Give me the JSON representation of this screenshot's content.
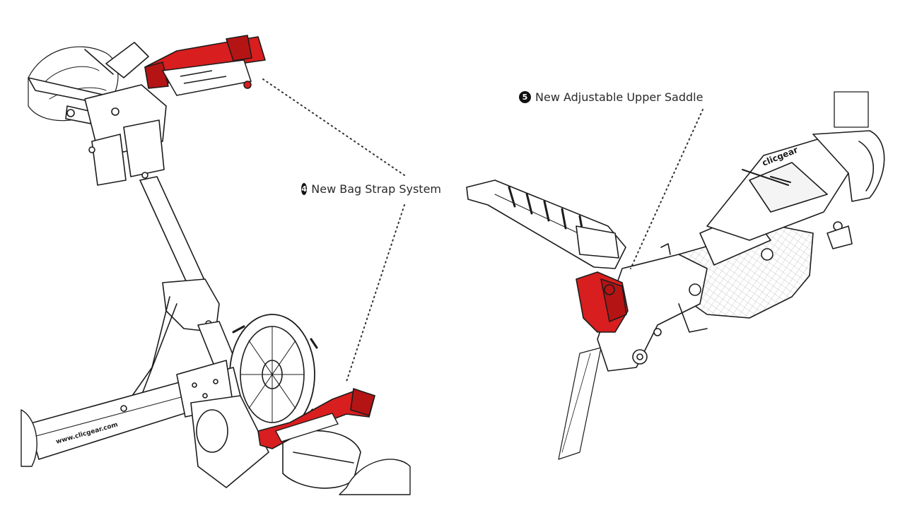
{
  "callouts": [
    {
      "number": "4",
      "label": "New Bag Strap System"
    },
    {
      "number": "5",
      "label": "New Adjustable Upper Saddle"
    }
  ],
  "brand_text": "clicgear",
  "frame_text": "www.clicgear.com",
  "colors": {
    "highlight": "#d81e1e",
    "line": "#1c1c1c",
    "background": "#ffffff",
    "mesh": "#c9c9c9"
  }
}
